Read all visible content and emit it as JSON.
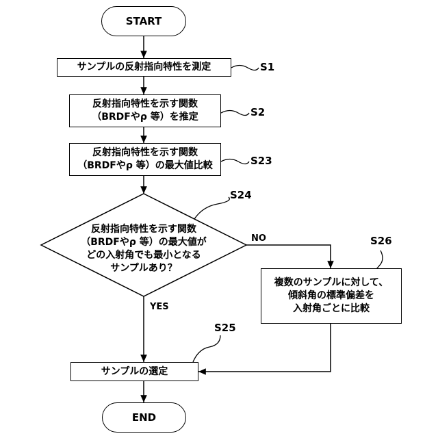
{
  "nodes": {
    "start": "START",
    "s1": "サンプルの反射指向特性を測定",
    "s2": {
      "line1": "反射指向特性を示す関数",
      "line2": "（BRDFやρ 等）を推定"
    },
    "s23": {
      "line1": "反射指向特性を示す関数",
      "line2": "（BRDFやρ 等）の最大値比較"
    },
    "s24": {
      "line1": "反射指向特性を示す関数",
      "line2": "（BRDFやρ 等）の最大値が",
      "line3": "どの入射角でも最小となる",
      "line4": "サンプルあり？"
    },
    "s26": {
      "line1": "複数のサンプルに対して、",
      "line2": "傾斜角の標準偏差を",
      "line3": "入射角ごとに比較"
    },
    "s25": "サンプルの選定",
    "end": "END"
  },
  "step_labels": {
    "s1": "S1",
    "s2": "S2",
    "s23": "S23",
    "s24": "S24",
    "s26": "S26",
    "s25": "S25"
  },
  "branches": {
    "no": "NO",
    "yes": "YES"
  }
}
